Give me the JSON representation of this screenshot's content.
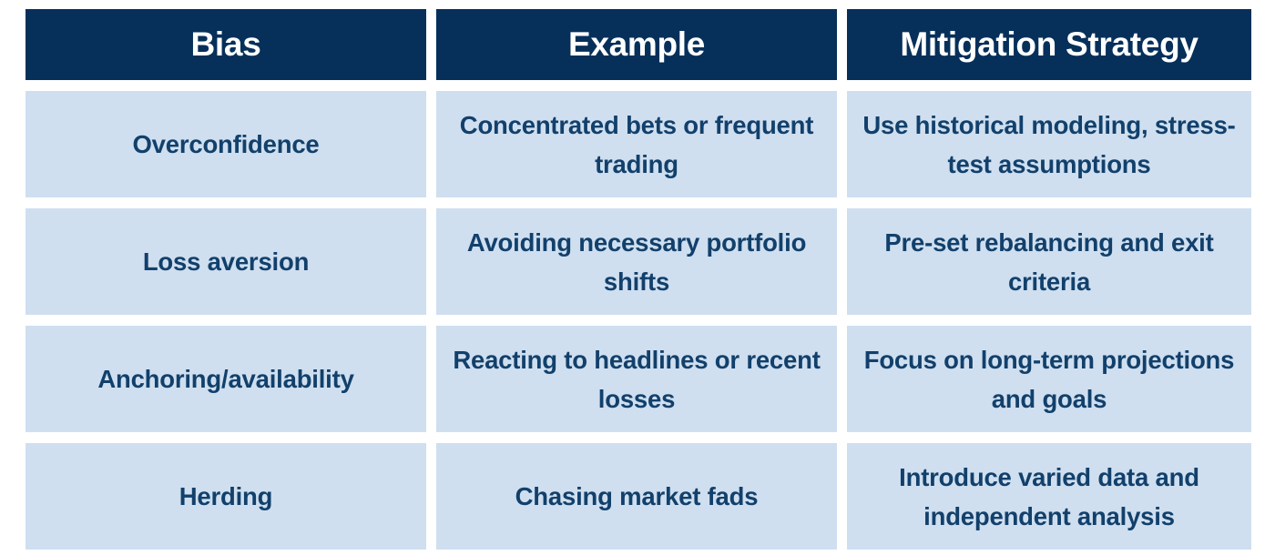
{
  "table": {
    "columns": [
      "Bias",
      "Example",
      "Mitigation Strategy"
    ],
    "rows": [
      {
        "bias": "Overconfidence",
        "example": "Concentrated bets or frequent trading",
        "mitigation": "Use historical modeling, stress-test assumptions"
      },
      {
        "bias": "Loss aversion",
        "example": "Avoiding necessary portfolio shifts",
        "mitigation": "Pre-set rebalancing and exit criteria"
      },
      {
        "bias": "Anchoring/availability",
        "example": "Reacting to headlines or recent losses",
        "mitigation": "Focus on long-term projections and goals"
      },
      {
        "bias": "Herding",
        "example": "Chasing market fads",
        "mitigation": "Introduce varied data and independent analysis"
      }
    ]
  },
  "colors": {
    "header_background": "#06305A",
    "header_text": "#FFFFFF",
    "cell_background": "#CFDFF0",
    "cell_text": "#12406B",
    "page_background": "#FFFFFF"
  }
}
